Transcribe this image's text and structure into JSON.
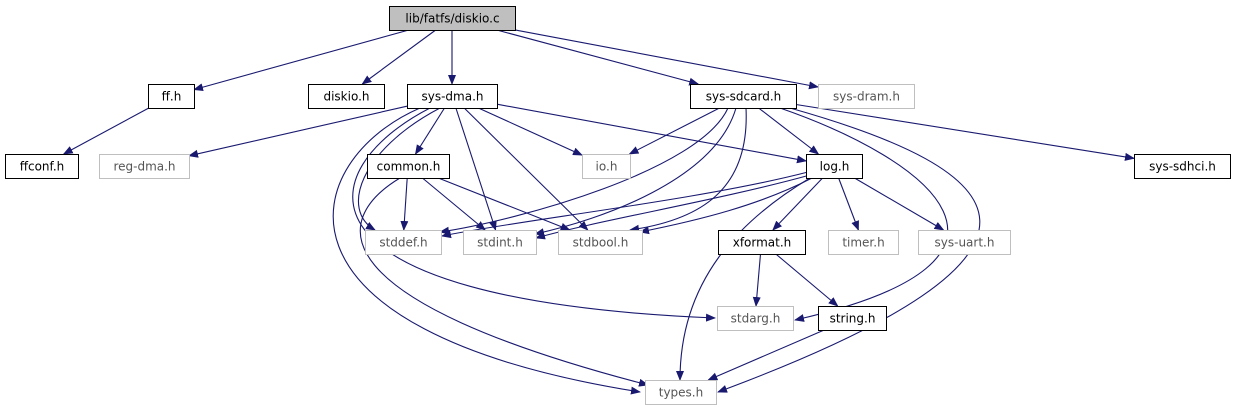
{
  "colors": {
    "edge": "#191970",
    "root_fill": "#bfbfbf",
    "documented_border": "#000000",
    "external_border": "#bfbfbf",
    "documented_text": "#000000",
    "external_text": "#555555",
    "background": "#ffffff"
  },
  "nodes": [
    {
      "id": "diskio_c",
      "label": "lib/fatfs/diskio.c",
      "kind": "root"
    },
    {
      "id": "ff_h",
      "label": "ff.h",
      "kind": "documented"
    },
    {
      "id": "ffconf_h",
      "label": "ffconf.h",
      "kind": "documented"
    },
    {
      "id": "diskio_h",
      "label": "diskio.h",
      "kind": "documented"
    },
    {
      "id": "sys_dma_h",
      "label": "sys-dma.h",
      "kind": "documented"
    },
    {
      "id": "reg_dma_h",
      "label": "reg-dma.h",
      "kind": "external"
    },
    {
      "id": "common_h",
      "label": "common.h",
      "kind": "documented"
    },
    {
      "id": "stddef_h",
      "label": "stddef.h",
      "kind": "external"
    },
    {
      "id": "stdint_h",
      "label": "stdint.h",
      "kind": "external"
    },
    {
      "id": "stdbool_h",
      "label": "stdbool.h",
      "kind": "external"
    },
    {
      "id": "io_h",
      "label": "io.h",
      "kind": "external"
    },
    {
      "id": "sys_sdcard_h",
      "label": "sys-sdcard.h",
      "kind": "documented"
    },
    {
      "id": "sys_dram_h",
      "label": "sys-dram.h",
      "kind": "external"
    },
    {
      "id": "log_h",
      "label": "log.h",
      "kind": "documented"
    },
    {
      "id": "sys_sdhci_h",
      "label": "sys-sdhci.h",
      "kind": "documented"
    },
    {
      "id": "xformat_h",
      "label": "xformat.h",
      "kind": "documented"
    },
    {
      "id": "timer_h",
      "label": "timer.h",
      "kind": "external"
    },
    {
      "id": "sys_uart_h",
      "label": "sys-uart.h",
      "kind": "external"
    },
    {
      "id": "stdarg_h",
      "label": "stdarg.h",
      "kind": "external"
    },
    {
      "id": "string_h",
      "label": "string.h",
      "kind": "documented"
    },
    {
      "id": "types_h",
      "label": "types.h",
      "kind": "external"
    }
  ],
  "edges": [
    {
      "from": "diskio_c",
      "to": "ff_h"
    },
    {
      "from": "diskio_c",
      "to": "diskio_h"
    },
    {
      "from": "diskio_c",
      "to": "sys_dma_h"
    },
    {
      "from": "diskio_c",
      "to": "sys_sdcard_h"
    },
    {
      "from": "diskio_c",
      "to": "sys_dram_h"
    },
    {
      "from": "ff_h",
      "to": "ffconf_h"
    },
    {
      "from": "sys_dma_h",
      "to": "reg_dma_h"
    },
    {
      "from": "sys_dma_h",
      "to": "common_h"
    },
    {
      "from": "sys_dma_h",
      "to": "stddef_h"
    },
    {
      "from": "sys_dma_h",
      "to": "stdint_h"
    },
    {
      "from": "sys_dma_h",
      "to": "stdbool_h"
    },
    {
      "from": "sys_dma_h",
      "to": "io_h"
    },
    {
      "from": "sys_dma_h",
      "to": "log_h"
    },
    {
      "from": "sys_dma_h",
      "to": "stdarg_h"
    },
    {
      "from": "sys_dma_h",
      "to": "types_h"
    },
    {
      "from": "common_h",
      "to": "stddef_h"
    },
    {
      "from": "common_h",
      "to": "stdint_h"
    },
    {
      "from": "common_h",
      "to": "stdbool_h"
    },
    {
      "from": "common_h",
      "to": "types_h"
    },
    {
      "from": "sys_sdcard_h",
      "to": "io_h"
    },
    {
      "from": "sys_sdcard_h",
      "to": "log_h"
    },
    {
      "from": "sys_sdcard_h",
      "to": "sys_sdhci_h"
    },
    {
      "from": "sys_sdcard_h",
      "to": "stddef_h"
    },
    {
      "from": "sys_sdcard_h",
      "to": "stdint_h"
    },
    {
      "from": "sys_sdcard_h",
      "to": "stdbool_h"
    },
    {
      "from": "sys_sdcard_h",
      "to": "stdarg_h"
    },
    {
      "from": "sys_sdcard_h",
      "to": "types_h"
    },
    {
      "from": "log_h",
      "to": "stddef_h"
    },
    {
      "from": "log_h",
      "to": "stdint_h"
    },
    {
      "from": "log_h",
      "to": "stdbool_h"
    },
    {
      "from": "log_h",
      "to": "xformat_h"
    },
    {
      "from": "log_h",
      "to": "timer_h"
    },
    {
      "from": "log_h",
      "to": "sys_uart_h"
    },
    {
      "from": "log_h",
      "to": "types_h"
    },
    {
      "from": "xformat_h",
      "to": "stdarg_h"
    },
    {
      "from": "xformat_h",
      "to": "string_h"
    },
    {
      "from": "string_h",
      "to": "types_h"
    }
  ]
}
